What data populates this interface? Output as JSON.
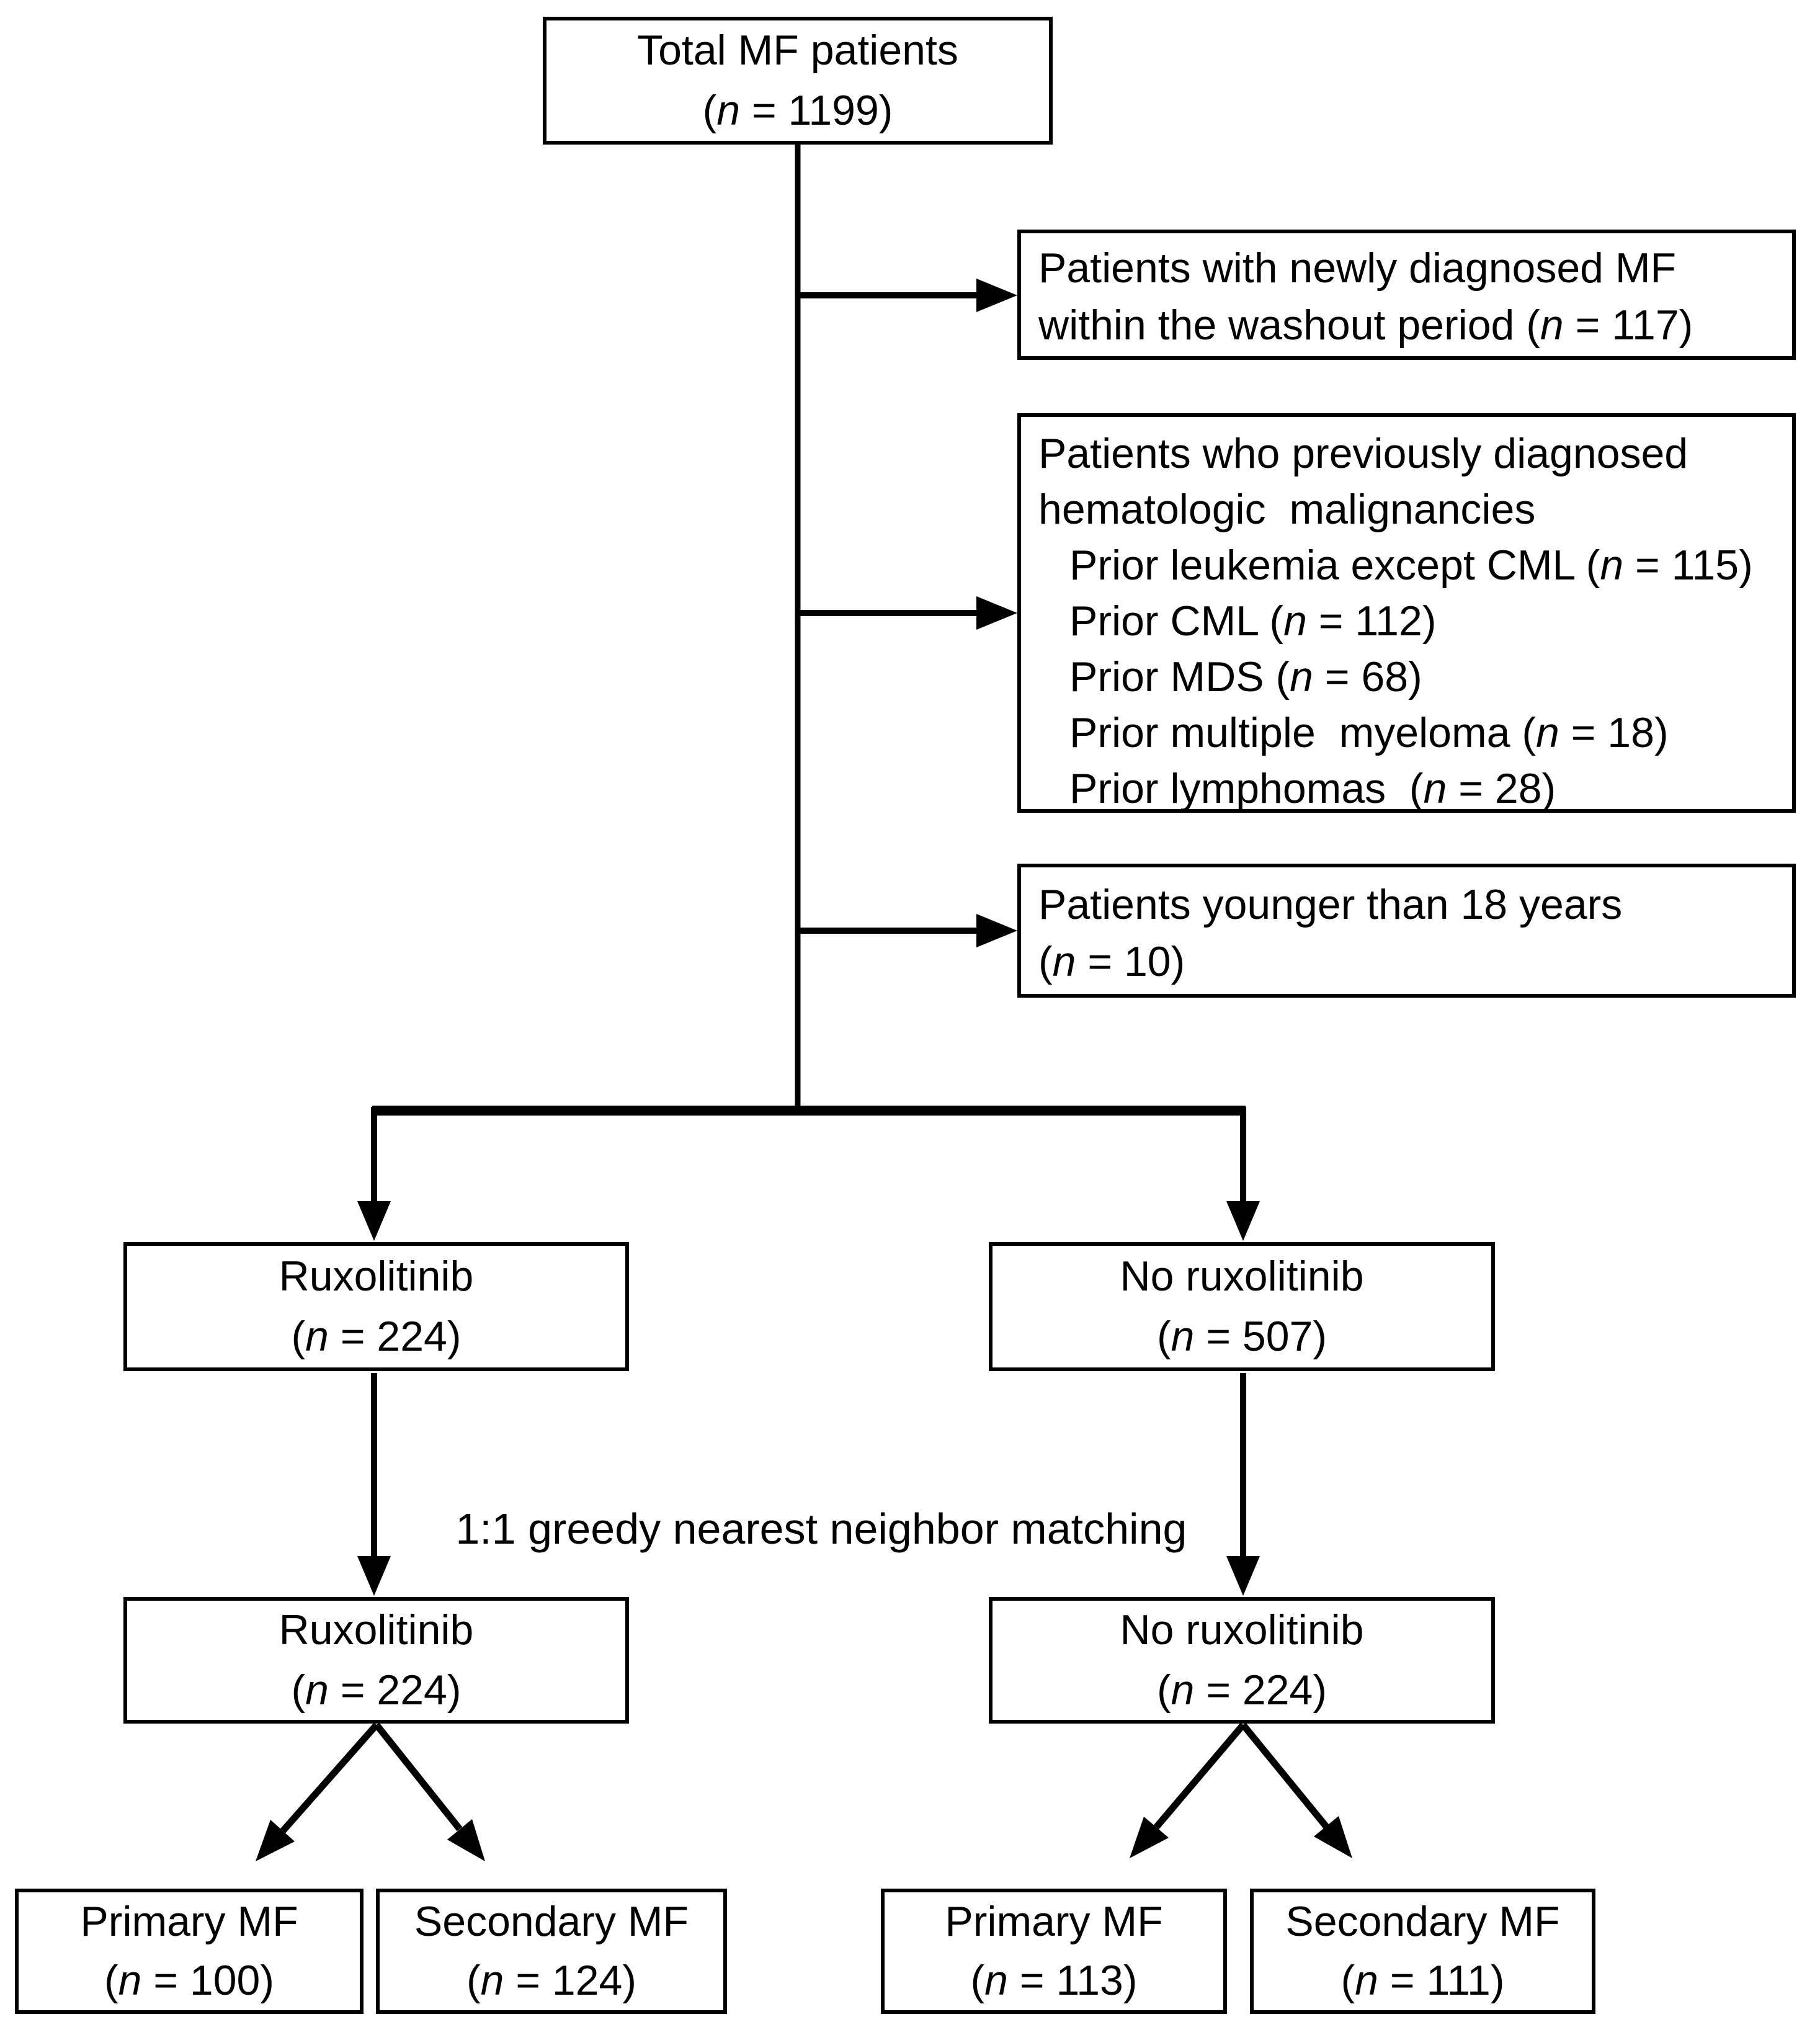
{
  "sym": {
    "open": "(",
    "n": "n",
    "eq": " = ",
    "close": ")"
  },
  "stages": {
    "total": {
      "title": "Total MF patients",
      "count": "1199"
    },
    "excluded_washout": {
      "line1": "Patients with newly diagnosed MF",
      "line2": "within the washout period ",
      "count": "117"
    },
    "excluded_prior": {
      "line1": "Patients who previously diagnosed",
      "line2": "hematologic  malignancies",
      "items": [
        {
          "text": "Prior leukemia except CML ",
          "count": "115"
        },
        {
          "text": "Prior CML ",
          "count": "112"
        },
        {
          "text": "Prior MDS ",
          "count": "68"
        },
        {
          "text": "Prior multiple  myeloma ",
          "count": "18"
        },
        {
          "text": "Prior lymphomas  ",
          "count": "28"
        }
      ]
    },
    "excluded_young": {
      "line1": "Patients younger than 18 years",
      "count": "10"
    },
    "rux_unmatched": {
      "title": "Ruxolitinib",
      "count": "224"
    },
    "norux_unmatched": {
      "title": "No ruxolitinib",
      "count": "507"
    },
    "rux_matched": {
      "title": "Ruxolitinib",
      "count": "224"
    },
    "norux_matched": {
      "title": "No ruxolitinib",
      "count": "224"
    },
    "rux_primary": {
      "title": "Primary MF",
      "count": "100"
    },
    "rux_secondary": {
      "title": "Secondary MF",
      "count": "124"
    },
    "norux_primary": {
      "title": "Primary MF",
      "count": "113"
    },
    "norux_secondary": {
      "title": "Secondary MF",
      "count": "111"
    }
  },
  "annotations": {
    "matching": "1:1 greedy nearest neighbor matching"
  },
  "colors": {
    "ink": "#000000",
    "background": "#ffffff"
  }
}
